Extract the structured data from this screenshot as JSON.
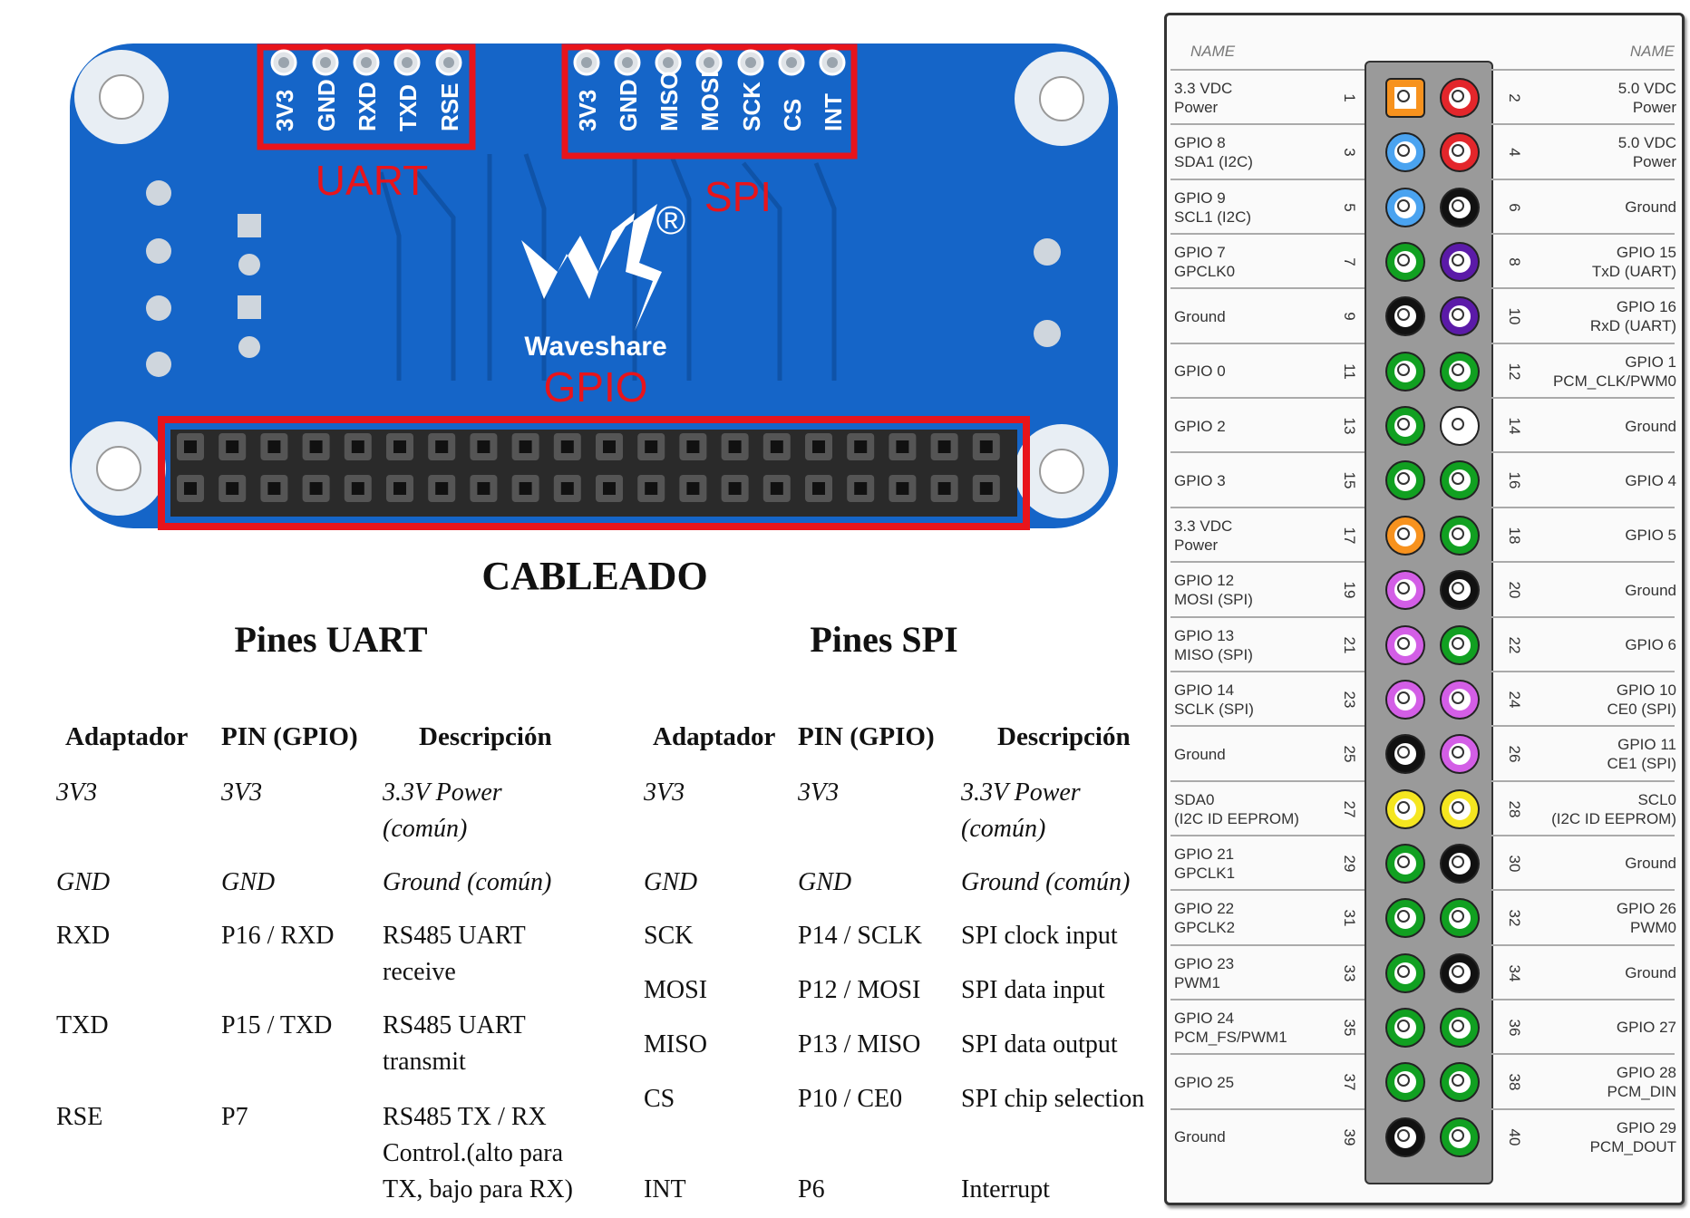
{
  "board": {
    "uart_pins": [
      "3V3",
      "GND",
      "RXD",
      "TXD",
      "RSE"
    ],
    "spi_pins": [
      "3V3",
      "GND",
      "MISO",
      "MOSI",
      "SCK",
      "CS",
      "INT"
    ],
    "uart_label": "UART",
    "spi_label": "SPI",
    "gpio_label": "GPIO",
    "brand": "Waveshare",
    "registered": "®",
    "pcb_color": "#1565c8",
    "highlight_color": "#e8141b"
  },
  "title": "CABLEADO",
  "uart": {
    "title": "Pines UART",
    "headers": [
      "Adaptador",
      "PIN (GPIO)",
      "Descripción"
    ],
    "rows": [
      {
        "a": "3V3",
        "p": "3V3",
        "d": "3.3V Power (común)",
        "italic": true
      },
      {
        "a": "GND",
        "p": "GND",
        "d": "Ground (común)",
        "italic": true
      },
      {
        "a": "RXD",
        "p": "P16 / RXD",
        "d": "RS485 UART receive"
      },
      {
        "a": "TXD",
        "p": "P15 / TXD",
        "d": "RS485 UART transmit"
      },
      {
        "a": "RSE",
        "p": "P7",
        "d": "RS485 TX / RX Control.(alto para TX, bajo para RX)"
      }
    ]
  },
  "spi": {
    "title": "Pines SPI",
    "headers": [
      "Adaptador",
      "PIN (GPIO)",
      "Descripción"
    ],
    "rows": [
      {
        "a": "3V3",
        "p": "3V3",
        "d": "3.3V Power (común)",
        "italic": true
      },
      {
        "a": "GND",
        "p": "GND",
        "d": "Ground (común)",
        "italic": true
      },
      {
        "a": "SCK",
        "p": "P14 / SCLK",
        "d": "SPI clock input"
      },
      {
        "a": "MOSI",
        "p": "P12 / MOSI",
        "d": "SPI data input"
      },
      {
        "a": "MISO",
        "p": "P13 / MISO",
        "d": "SPI data output"
      },
      {
        "a": "CS",
        "p": "P10 / CE0",
        "d": "SPI chip selection"
      },
      {
        "a": "INT",
        "p": "P6",
        "d": "Interrupt"
      }
    ]
  },
  "pinout": {
    "header_left": "NAME",
    "header_right": "NAME",
    "rows": [
      {
        "ln": "3.3 VDC\nPower",
        "lp": "1",
        "lc": "#f7921e",
        "rp": "2",
        "rn": "5.0 VDC\nPower",
        "rc": "#e3262b"
      },
      {
        "ln": "GPIO 8\nSDA1 (I2C)",
        "lp": "3",
        "lc": "#4aa3f0",
        "rp": "4",
        "rn": "5.0 VDC\nPower",
        "rc": "#e3262b"
      },
      {
        "ln": "GPIO 9\nSCL1 (I2C)",
        "lp": "5",
        "lc": "#4aa3f0",
        "rp": "6",
        "rn": "Ground",
        "rc": "#111111"
      },
      {
        "ln": "GPIO 7\nGPCLK0",
        "lp": "7",
        "lc": "#11a021",
        "rp": "8",
        "rn": "GPIO 15\nTxD (UART)",
        "rc": "#5b1aa8"
      },
      {
        "ln": "Ground",
        "lp": "9",
        "lc": "#111111",
        "rp": "10",
        "rn": "GPIO 16\nRxD (UART)",
        "rc": "#5b1aa8"
      },
      {
        "ln": "GPIO 0",
        "lp": "11",
        "lc": "#11a021",
        "rp": "12",
        "rn": "GPIO 1\nPCM_CLK/PWM0",
        "rc": "#11a021"
      },
      {
        "ln": "GPIO 2",
        "lp": "13",
        "lc": "#11a021",
        "rp": "14",
        "rn": "Ground",
        "rc": "#ffffff"
      },
      {
        "ln": "GPIO 3",
        "lp": "15",
        "lc": "#11a021",
        "rp": "16",
        "rn": "GPIO 4",
        "rc": "#11a021"
      },
      {
        "ln": "3.3 VDC\nPower",
        "lp": "17",
        "lc": "#f7921e",
        "rp": "18",
        "rn": "GPIO 5",
        "rc": "#11a021"
      },
      {
        "ln": "GPIO 12\nMOSI (SPI)",
        "lp": "19",
        "lc": "#d35ee6",
        "rp": "20",
        "rn": "Ground",
        "rc": "#111111"
      },
      {
        "ln": "GPIO 13\nMISO (SPI)",
        "lp": "21",
        "lc": "#d35ee6",
        "rp": "22",
        "rn": "GPIO 6",
        "rc": "#11a021"
      },
      {
        "ln": "GPIO 14\nSCLK (SPI)",
        "lp": "23",
        "lc": "#d35ee6",
        "rp": "24",
        "rn": "GPIO 10\nCE0 (SPI)",
        "rc": "#d35ee6"
      },
      {
        "ln": "Ground",
        "lp": "25",
        "lc": "#111111",
        "rp": "26",
        "rn": "GPIO 11\nCE1 (SPI)",
        "rc": "#d35ee6"
      },
      {
        "ln": "SDA0\n(I2C ID EEPROM)",
        "lp": "27",
        "lc": "#f5e620",
        "rp": "28",
        "rn": "SCL0\n(I2C ID EEPROM)",
        "rc": "#f5e620"
      },
      {
        "ln": "GPIO 21\nGPCLK1",
        "lp": "29",
        "lc": "#11a021",
        "rp": "30",
        "rn": "Ground",
        "rc": "#111111"
      },
      {
        "ln": "GPIO 22\nGPCLK2",
        "lp": "31",
        "lc": "#11a021",
        "rp": "32",
        "rn": "GPIO 26\nPWM0",
        "rc": "#11a021"
      },
      {
        "ln": "GPIO 23\nPWM1",
        "lp": "33",
        "lc": "#11a021",
        "rp": "34",
        "rn": "Ground",
        "rc": "#111111"
      },
      {
        "ln": "GPIO 24\nPCM_FS/PWM1",
        "lp": "35",
        "lc": "#11a021",
        "rp": "36",
        "rn": "GPIO 27",
        "rc": "#11a021"
      },
      {
        "ln": "GPIO 25",
        "lp": "37",
        "lc": "#11a021",
        "rp": "38",
        "rn": "GPIO 28\nPCM_DIN",
        "rc": "#11a021"
      },
      {
        "ln": "Ground",
        "lp": "39",
        "lc": "#111111",
        "rp": "40",
        "rn": "GPIO 29\nPCM_DOUT",
        "rc": "#11a021"
      }
    ]
  }
}
